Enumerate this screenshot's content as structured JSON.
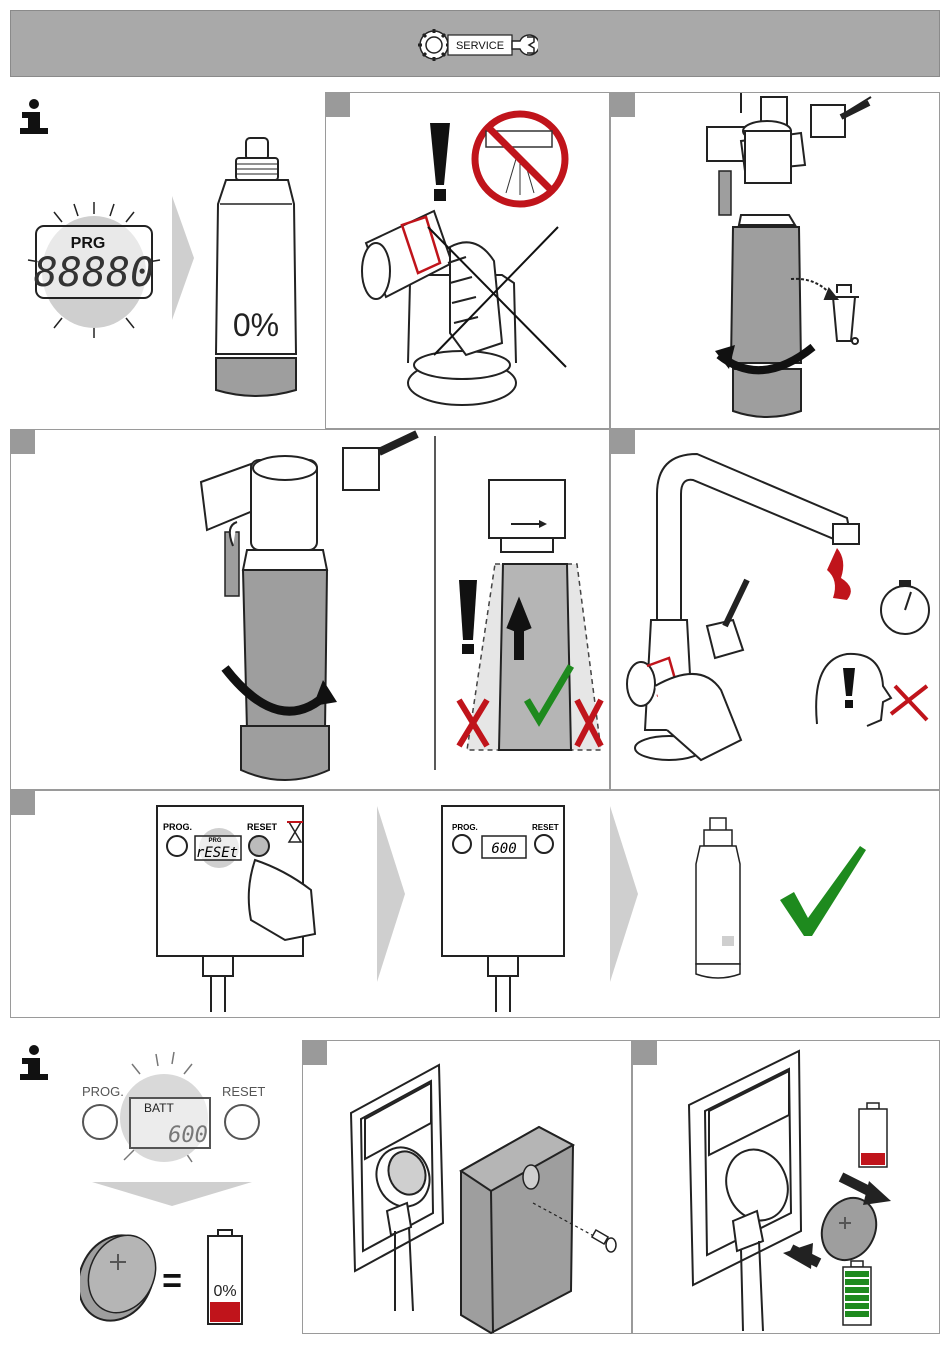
{
  "header": {
    "service_label": "SERVICE"
  },
  "display_prg": {
    "label": "PRG",
    "digits": "88880"
  },
  "cartridge_capacity": "0%",
  "reset_unit": {
    "prog_label": "PROG.",
    "reset_label": "RESET",
    "display_label": "PRG",
    "display_text": "rESEt",
    "display_value": "600"
  },
  "battery_section": {
    "prog_label": "PROG.",
    "reset_label": "RESET",
    "batt_label": "BATT",
    "display_value": "600",
    "equals": "=",
    "battery_level": "0%"
  },
  "colors": {
    "header_gray": "#a9a9a9",
    "warning_red": "#c0141b",
    "check_green": "#1e8a1e",
    "filter_gray": "#9e9e9e"
  }
}
